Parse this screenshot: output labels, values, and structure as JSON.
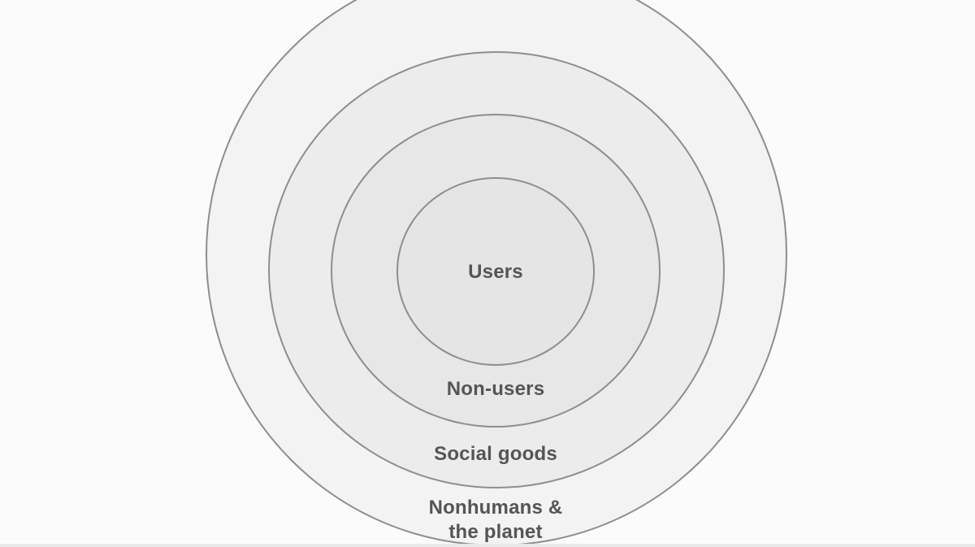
{
  "diagram": {
    "type": "concentric-circles",
    "rings": [
      {
        "label": "Users"
      },
      {
        "label": "Non-users"
      },
      {
        "label": "Social goods"
      },
      {
        "label_line1": "Nonhumans &",
        "label_line2": "the planet"
      }
    ],
    "colors": {
      "background": "#fbfbfb",
      "ring_stroke": "#8e8e8e",
      "label_text": "#555557"
    }
  }
}
